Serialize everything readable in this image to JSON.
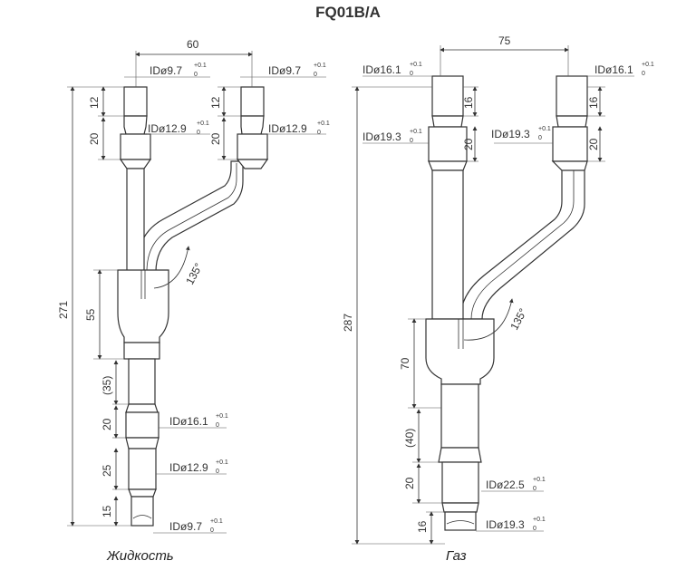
{
  "title": "FQ01B/A",
  "liquid": {
    "caption": "Жидкость",
    "dim_total": "271",
    "dim_spacing": "60",
    "dim_12_left": "12",
    "dim_20_left": "20",
    "dim_12_right": "12",
    "dim_20_right": "20",
    "dim_55": "55",
    "dim_35": "(35)",
    "dim_20_low": "20",
    "dim_25": "25",
    "dim_15": "15",
    "angle": "135°",
    "id_top_left": "IDø9.7",
    "id_top_right": "IDø9.7",
    "id_mid_left": "IDø12.9",
    "id_mid_right": "IDø12.9",
    "id_low1": "IDø16.1",
    "id_low2": "IDø12.9",
    "id_low3": "IDø9.7",
    "tol_upper": "+0.1",
    "tol_lower": "0"
  },
  "gas": {
    "caption": "Газ",
    "dim_total": "287",
    "dim_spacing": "75",
    "dim_16_left": "16",
    "dim_20_left": "20",
    "dim_16_right": "16",
    "dim_20_right": "20",
    "dim_70": "70",
    "dim_40": "(40)",
    "dim_20_low": "20",
    "dim_16_low": "16",
    "angle": "135°",
    "id_top_left": "IDø16.1",
    "id_top_right": "IDø16.1",
    "id_mid_left": "IDø19.3",
    "id_mid_right": "IDø19.3",
    "id_low1": "IDø22.5",
    "id_low2": "IDø19.3",
    "tol_upper": "+0.1",
    "tol_lower": "0"
  }
}
